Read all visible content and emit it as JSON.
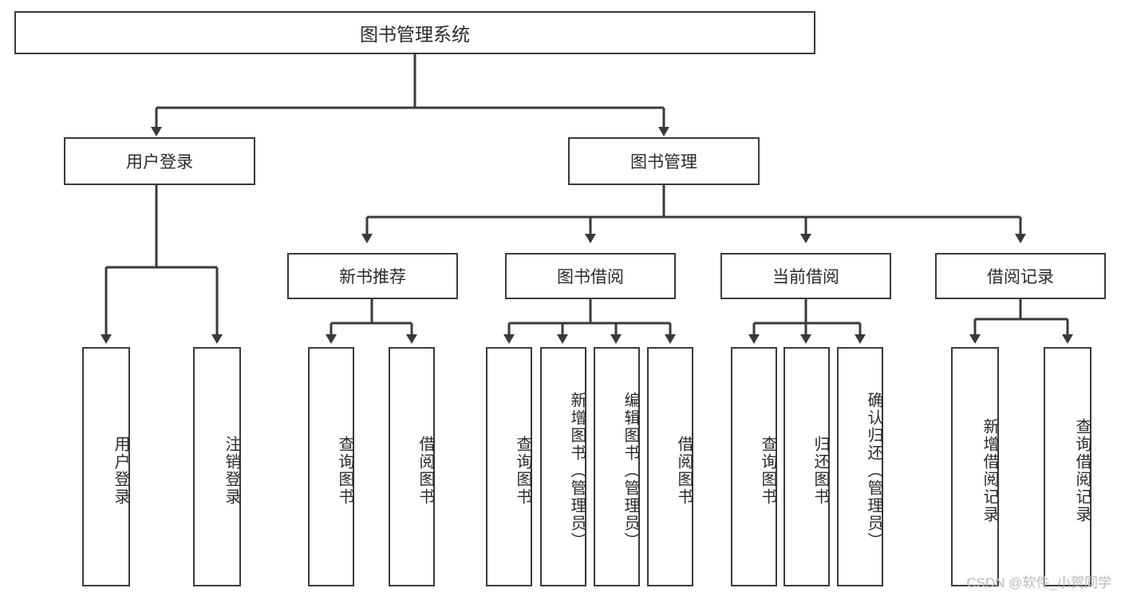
{
  "diagram": {
    "title": "图书管理系统",
    "type": "tree-hierarchy",
    "root": {
      "id": "root",
      "label": "图书管理系统"
    },
    "level2": [
      {
        "id": "user-login",
        "label": "用户登录"
      },
      {
        "id": "book-management",
        "label": "图书管理"
      }
    ],
    "level3": [
      {
        "id": "new-book-recommend",
        "label": "新书推荐",
        "parent": "book-management"
      },
      {
        "id": "book-borrow",
        "label": "图书借阅",
        "parent": "book-management"
      },
      {
        "id": "current-borrow",
        "label": "当前借阅",
        "parent": "book-management"
      },
      {
        "id": "borrow-record",
        "label": "借阅记录",
        "parent": "book-management"
      }
    ],
    "leaves": [
      {
        "id": "leaf-user-login",
        "label": "用户登录",
        "parent": "user-login"
      },
      {
        "id": "leaf-logout-login",
        "label": "注销登录",
        "parent": "user-login"
      },
      {
        "id": "leaf-query-book-1",
        "label": "查询图书",
        "parent": "new-book-recommend"
      },
      {
        "id": "leaf-borrow-book-1",
        "label": "借阅图书",
        "parent": "new-book-recommend"
      },
      {
        "id": "leaf-query-book-2",
        "label": "查询图书",
        "parent": "book-borrow"
      },
      {
        "id": "leaf-add-book",
        "label": "新增图书（管理员）",
        "parent": "book-borrow"
      },
      {
        "id": "leaf-edit-book",
        "label": "编辑图书（管理员）",
        "parent": "book-borrow"
      },
      {
        "id": "leaf-borrow-book-2",
        "label": "借阅图书",
        "parent": "book-borrow"
      },
      {
        "id": "leaf-query-book-3",
        "label": "查询图书",
        "parent": "current-borrow"
      },
      {
        "id": "leaf-return-book",
        "label": "归还图书",
        "parent": "current-borrow"
      },
      {
        "id": "leaf-confirm-return",
        "label": "确认归还（管理员）",
        "parent": "current-borrow"
      },
      {
        "id": "leaf-add-record",
        "label": "新增借阅记录",
        "parent": "borrow-record"
      },
      {
        "id": "leaf-query-record",
        "label": "查询借阅记录",
        "parent": "borrow-record"
      }
    ]
  },
  "watermark": {
    "text": "CSDN @软件_小贺同学"
  },
  "colors": {
    "border": "#3a3a3a",
    "text": "#2b2b2b",
    "background": "#ffffff",
    "watermark": "#b9b9b9"
  }
}
